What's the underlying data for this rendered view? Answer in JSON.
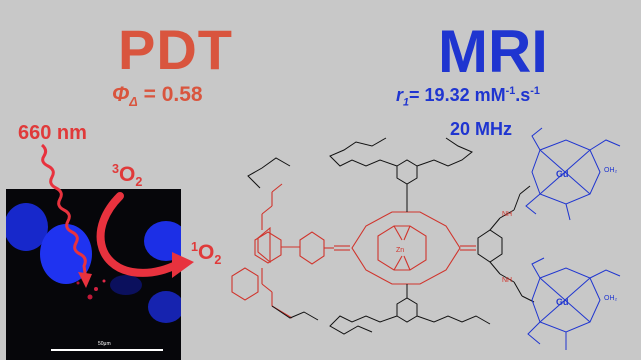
{
  "pdt": {
    "title": "PDT",
    "phi": "Φ",
    "phi_sub": "Δ",
    "quantum_yield": "= 0.58"
  },
  "mri": {
    "title": "MRI",
    "r": "r",
    "r_sub": "1",
    "relax_value": "= 19.32 mM",
    "unit_sup1": "-1",
    "unit_mid": ".s",
    "unit_sup2": "-1",
    "frequency": "20 MHz"
  },
  "labels": {
    "laser": "660 nm",
    "triplet_sup": "3",
    "triplet_o": "O",
    "triplet_sub": "2",
    "singlet_sup": "1",
    "singlet_o": "O",
    "singlet_sub": "2"
  },
  "microscopy": {
    "scale_label": "50μm"
  },
  "molecule": {
    "zn": "Zn",
    "gd1": "Gd",
    "gd2": "Gd",
    "nh1": "NH",
    "nh2": "NH",
    "oh2_1": "OH₂",
    "oh2_2": "OH₂"
  },
  "colors": {
    "pdt_red": "#d9553e",
    "mri_blue": "#1f35d0",
    "arrow_red": "#e8323e",
    "background": "#c8c8c8"
  }
}
